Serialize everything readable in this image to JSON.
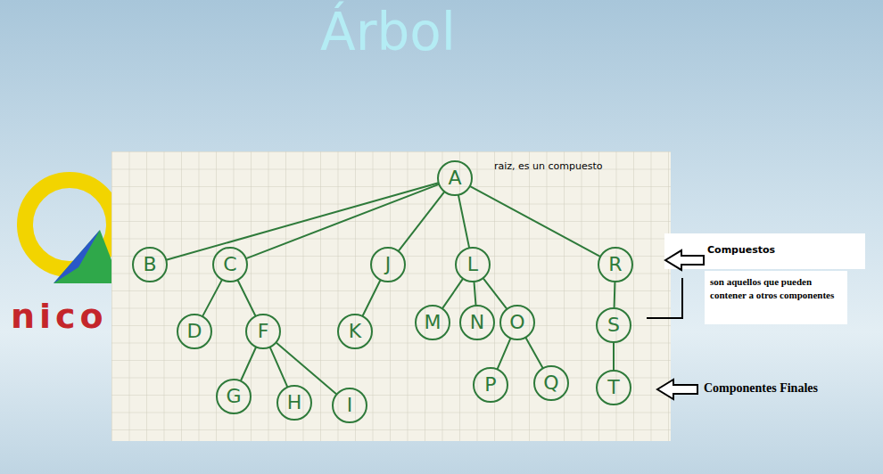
{
  "diagram": {
    "title": "Árbol",
    "nodes": [
      {
        "text": [
          "A"
        ]
      },
      {
        "text": [
          "B"
        ]
      },
      {
        "text": [
          "C"
        ]
      },
      {
        "text": [
          "J"
        ]
      },
      {
        "text": [
          "L"
        ]
      },
      {
        "text": [
          "R"
        ]
      },
      {
        "text": [
          "D"
        ]
      },
      {
        "text": [
          "F"
        ]
      },
      {
        "text": [
          "K"
        ]
      },
      {
        "text": [
          "M"
        ]
      },
      {
        "text": [
          "N"
        ]
      },
      {
        "text": [
          "O"
        ]
      },
      {
        "text": [
          "S"
        ]
      },
      {
        "text": [
          "G"
        ]
      },
      {
        "text": [
          "H"
        ]
      },
      {
        "text": [
          "I"
        ]
      },
      {
        "text": [
          "P"
        ]
      },
      {
        "text": [
          "Q"
        ]
      },
      {
        "text": [
          "T"
        ]
      }
    ],
    "edges": [
      {
        "from": 0,
        "to": 1,
        "arrow": "none"
      },
      {
        "from": 0,
        "to": 2,
        "arrow": "none"
      },
      {
        "from": 0,
        "to": 3,
        "arrow": "none"
      },
      {
        "from": 0,
        "to": 4,
        "arrow": "none"
      },
      {
        "from": 0,
        "to": 5,
        "arrow": "none"
      },
      {
        "from": 2,
        "to": 6,
        "arrow": "none"
      },
      {
        "from": 2,
        "to": 7,
        "arrow": "none"
      },
      {
        "from": 3,
        "to": 8,
        "arrow": "none"
      },
      {
        "from": 4,
        "to": 9,
        "arrow": "none"
      },
      {
        "from": 4,
        "to": 10,
        "arrow": "none"
      },
      {
        "from": 4,
        "to": 11,
        "arrow": "none"
      },
      {
        "from": 5,
        "to": 12,
        "arrow": "none"
      },
      {
        "from": 7,
        "to": 13,
        "arrow": "none"
      },
      {
        "from": 7,
        "to": 14,
        "arrow": "none"
      },
      {
        "from": 7,
        "to": 15,
        "arrow": "none"
      },
      {
        "from": 11,
        "to": 16,
        "arrow": "none"
      },
      {
        "from": 11,
        "to": 17,
        "arrow": "none"
      },
      {
        "from": 12,
        "to": 18,
        "arrow": "none"
      }
    ],
    "labels": [
      "raiz, es un compuesto",
      "Compuestos",
      "son aquellos que pueden contener a otros componentes",
      "Componentes Finales",
      "nico"
    ]
  }
}
